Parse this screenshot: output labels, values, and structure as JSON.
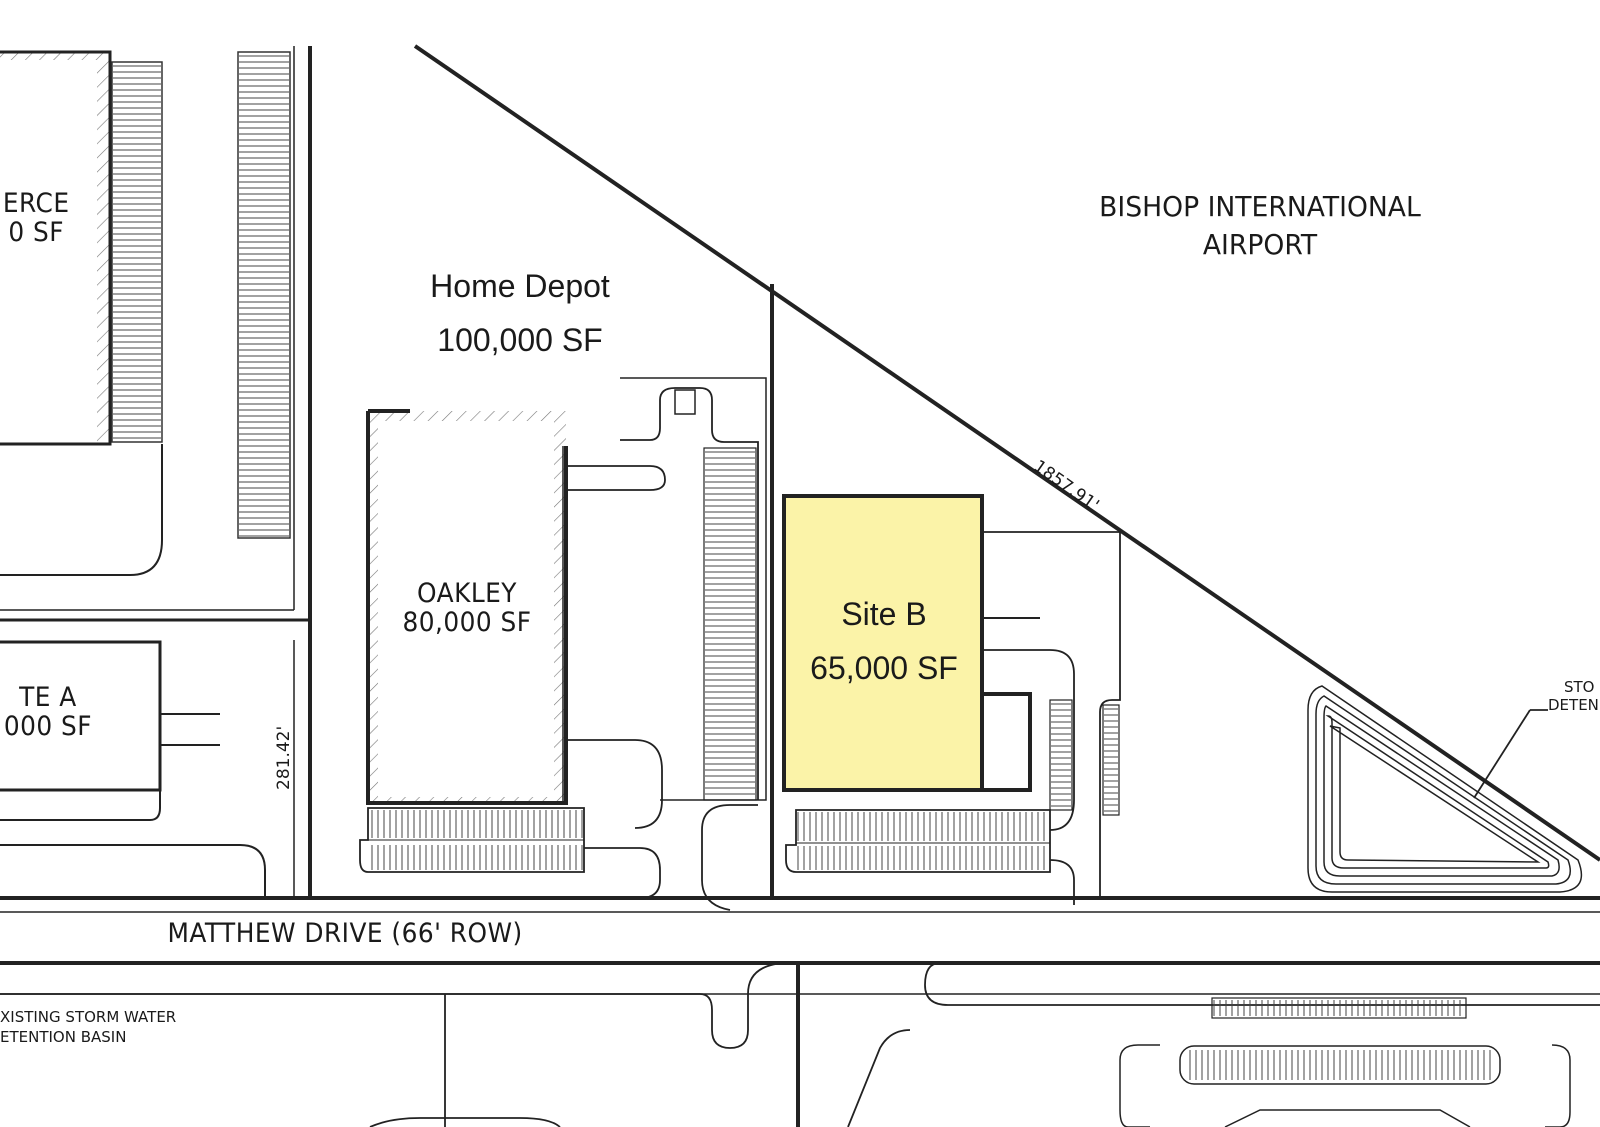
{
  "map": {
    "airport_label_line1": "BISHOP INTERNATIONAL",
    "airport_label_line2": "AIRPORT",
    "road_label": "MATTHEW DRIVE (66' ROW)",
    "boundary_dimension": "1857.91'",
    "side_dimension": "281.42'",
    "home_depot": {
      "name": "Home Depot",
      "area": "100,000 SF"
    },
    "oakley": {
      "name": "OAKLEY",
      "area": "80,000 SF"
    },
    "site_b": {
      "name": "Site B",
      "area": "65,000 SF",
      "highlight_color": "#fbf3a8"
    },
    "partial_left_top": {
      "line1": "ERCE",
      "line2": "0 SF"
    },
    "partial_left_mid": {
      "line1": "TE A",
      "line2": "000 SF"
    },
    "storm_basin_label_line1": "XISTING STORM WATER",
    "storm_basin_label_line2": "ETENTION BASIN",
    "partial_right_label_line1": "STO",
    "partial_right_label_line2": "DETEN"
  }
}
